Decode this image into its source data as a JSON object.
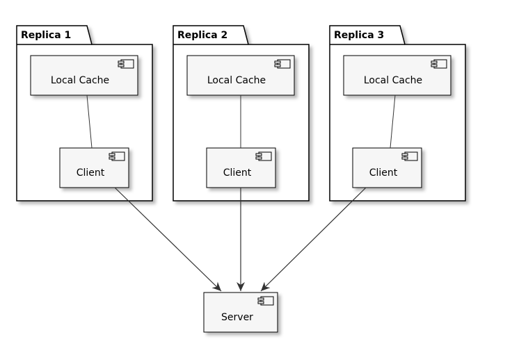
{
  "colors": {
    "component_fill": "#f6f6f6",
    "stroke": "#000000",
    "edge": "#333333",
    "shadow": "#c8c8c8",
    "background": "#ffffff"
  },
  "packages": [
    {
      "title": "Replica 1",
      "local_cache": {
        "label": "Local Cache",
        "icon": "component-icon"
      },
      "client": {
        "label": "Client",
        "icon": "component-icon"
      }
    },
    {
      "title": "Replica 2",
      "local_cache": {
        "label": "Local Cache",
        "icon": "component-icon"
      },
      "client": {
        "label": "Client",
        "icon": "component-icon"
      }
    },
    {
      "title": "Replica 3",
      "local_cache": {
        "label": "Local Cache",
        "icon": "component-icon"
      },
      "client": {
        "label": "Client",
        "icon": "component-icon"
      }
    }
  ],
  "server": {
    "label": "Server",
    "icon": "component-icon"
  },
  "edges": [
    {
      "from": "packages.0.local_cache",
      "to": "packages.0.client",
      "style": "line"
    },
    {
      "from": "packages.1.local_cache",
      "to": "packages.1.client",
      "style": "line"
    },
    {
      "from": "packages.2.local_cache",
      "to": "packages.2.client",
      "style": "line"
    },
    {
      "from": "packages.0.client",
      "to": "server",
      "style": "arrow"
    },
    {
      "from": "packages.1.client",
      "to": "server",
      "style": "arrow"
    },
    {
      "from": "packages.2.client",
      "to": "server",
      "style": "arrow"
    }
  ]
}
